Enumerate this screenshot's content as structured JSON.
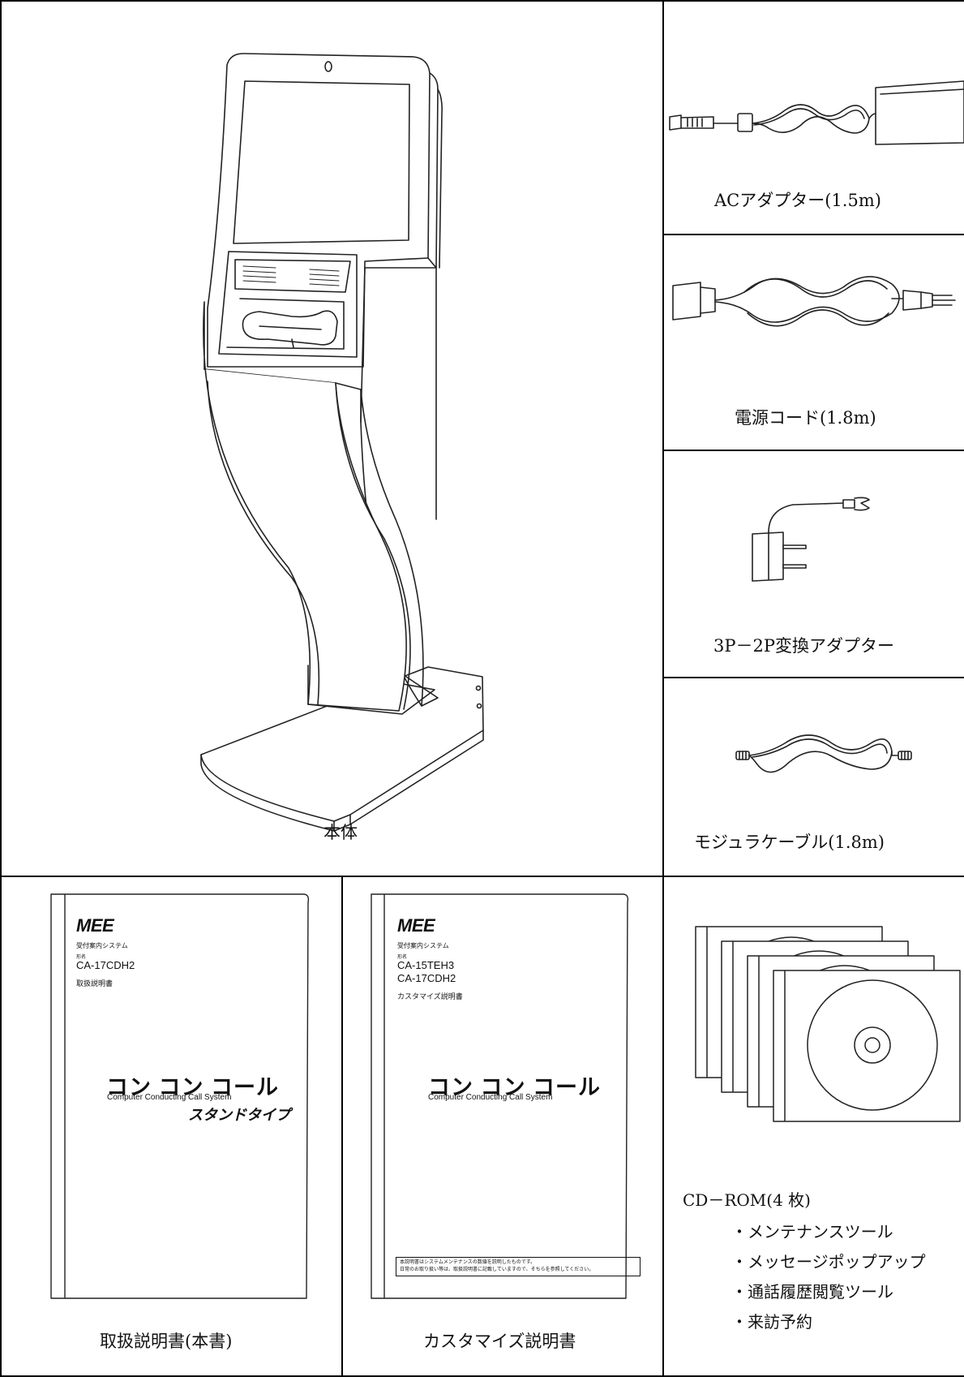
{
  "items": {
    "main_unit": "本体",
    "ac_adapter": "ACアダプター(1.5m)",
    "power_cord": "電源コード(1.8m)",
    "conv_adapter": "3P－2P変換アダプター",
    "modular_cable": "モジュラケーブル(1.8m)",
    "manual": "取扱説明書(本書)",
    "custom_manual": "カスタマイズ説明書",
    "cdrom": {
      "title": "CD－ROM(4 枚)",
      "contents": [
        "・メンテナンスツール",
        "・メッセージポップアップ",
        "・通話履歴閲覧ツール",
        "・来訪予約"
      ]
    }
  },
  "manual_cover": {
    "brand": "MEE",
    "system": "受付案内システム",
    "model_label": "形名",
    "model": "CA-17CDH2",
    "doc_type": "取扱説明書",
    "product_name": "コン コン コール",
    "english": "Computer Conducting Call System",
    "variant": "スタンドタイプ"
  },
  "custom_cover": {
    "brand": "MEE",
    "system": "受付案内システム",
    "model_label": "形名",
    "model_1": "CA-15TEH3",
    "model_2": "CA-17CDH2",
    "doc_type": "カスタマイズ説明書",
    "product_name": "コン コン コール",
    "english": "Computer Conducting Call System",
    "note": "本説明書はシステムメンテナンスの数値を説明したものです。\n日常のお取り扱い等は、取扱説明書に記載していますので、そちらを参照してください。"
  }
}
